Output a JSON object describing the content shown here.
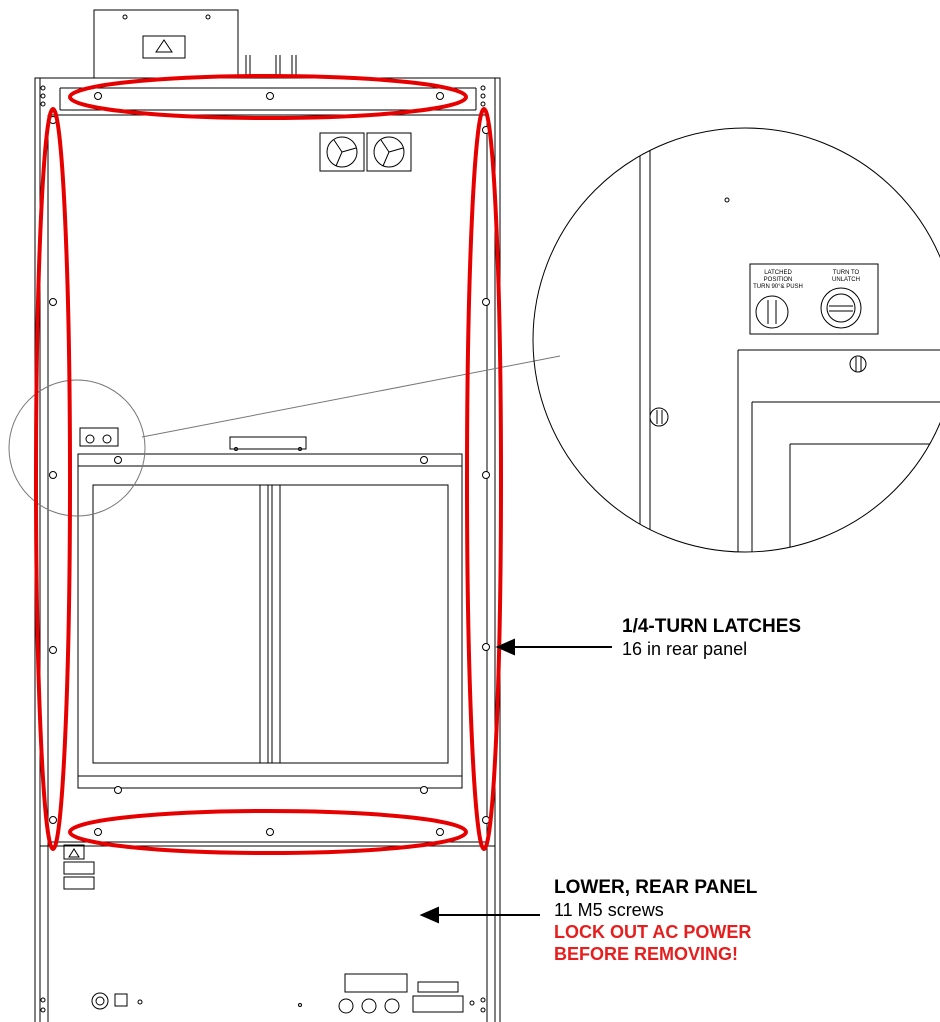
{
  "colors": {
    "highlight": "#e60000",
    "warning_text": "#e61e1e",
    "line": "#000000"
  },
  "latch_callout": {
    "title": "1/4-TURN LATCHES",
    "detail": "16 in rear panel"
  },
  "panel_callout": {
    "title": "LOWER, REAR PANEL",
    "detail": "11 M5 screws",
    "warning_line1": "LOCK OUT AC POWER",
    "warning_line2": "BEFORE REMOVING!"
  },
  "zoom_detail": {
    "latched_label_1": "LATCHED",
    "latched_label_2": "POSITION",
    "latched_label_3": "TURN 90°& PUSH",
    "unlatch_label_1": "TURN TO",
    "unlatch_label_2": "UNLATCH"
  },
  "icons": [
    "warning-icon",
    "fan-icon",
    "latch-icon",
    "screw-icon"
  ]
}
